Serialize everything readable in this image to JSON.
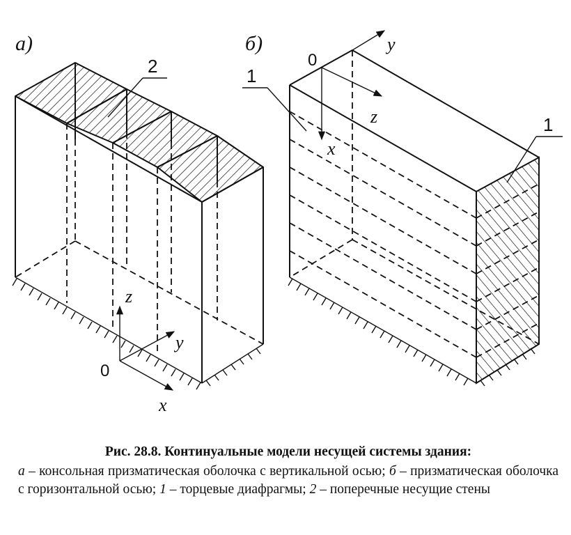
{
  "figure": {
    "panel_a": {
      "label": "а)",
      "callout": "2",
      "axis_z": "z",
      "axis_y": "y",
      "axis_x": "x",
      "origin": "0"
    },
    "panel_b": {
      "label": "б)",
      "callout_left": "1",
      "callout_right": "1",
      "axis_y": "y",
      "axis_z": "z",
      "axis_x": "x",
      "origin": "0"
    }
  },
  "caption": {
    "title": "Рис. 28.8. Континуальные модели несущей системы здания:",
    "key_a": "а",
    "text_a": " – консольная призматическая оболочка с вертикальной осью; ",
    "key_b": "б",
    "text_b": " – призматическая оболочка с горизонтальной осью; ",
    "key_1": "1",
    "text_1": " – торцевые диафрагмы; ",
    "key_2": "2",
    "text_2": " – поперечные несущие стены"
  }
}
